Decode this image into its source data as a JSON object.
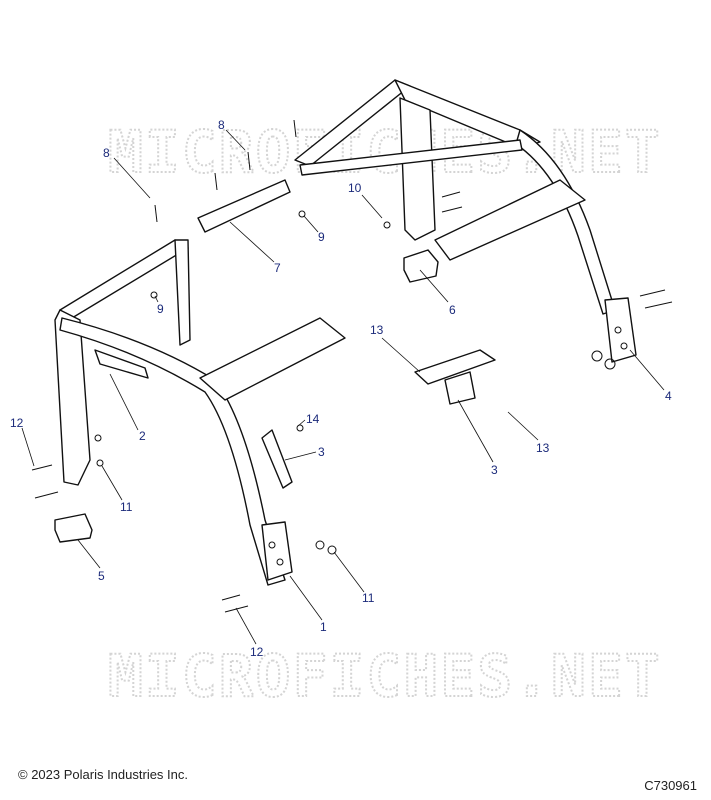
{
  "watermarks": [
    "MICROFICHES.NET",
    "MICROFICHES.NET"
  ],
  "callouts": [
    {
      "id": "c8a",
      "text": "8"
    },
    {
      "id": "c8b",
      "text": "8"
    },
    {
      "id": "c10",
      "text": "10"
    },
    {
      "id": "c9a",
      "text": "9"
    },
    {
      "id": "c7",
      "text": "7"
    },
    {
      "id": "c9b",
      "text": "9"
    },
    {
      "id": "c6",
      "text": "6"
    },
    {
      "id": "c13a",
      "text": "13"
    },
    {
      "id": "c4",
      "text": "4"
    },
    {
      "id": "c2",
      "text": "2"
    },
    {
      "id": "c12a",
      "text": "12"
    },
    {
      "id": "c14",
      "text": "14"
    },
    {
      "id": "c3a",
      "text": "3"
    },
    {
      "id": "c3b",
      "text": "3"
    },
    {
      "id": "c13b",
      "text": "13"
    },
    {
      "id": "c11a",
      "text": "11"
    },
    {
      "id": "c5",
      "text": "5"
    },
    {
      "id": "c11b",
      "text": "11"
    },
    {
      "id": "c1",
      "text": "1"
    },
    {
      "id": "c12b",
      "text": "12"
    }
  ],
  "footer": {
    "copyright": "© 2023 Polaris Industries Inc.",
    "diagram_id": "C730961"
  }
}
